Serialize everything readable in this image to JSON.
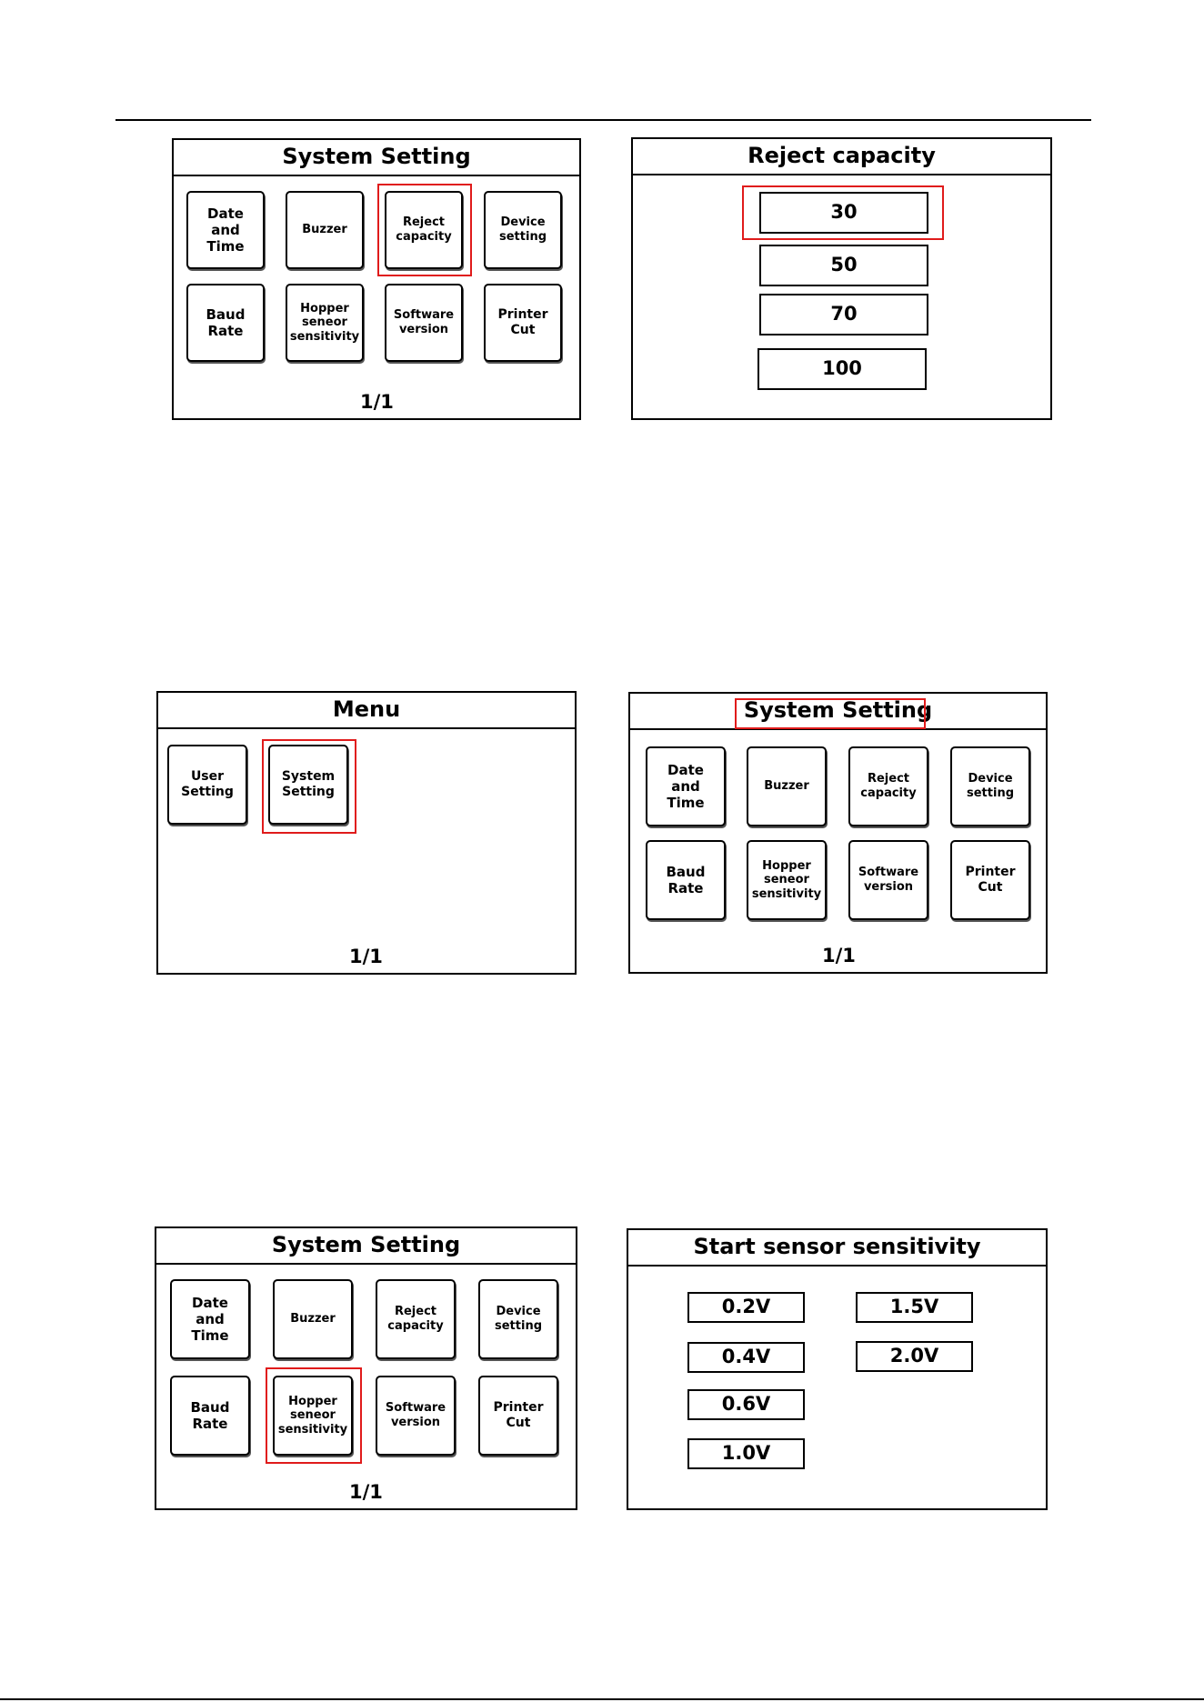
{
  "accent_color": "#e01b1b",
  "system_setting": {
    "title": "System Setting",
    "tiles": {
      "date_time": "Date\nand\nTime",
      "buzzer": "Buzzer",
      "reject_capacity": "Reject\ncapacity",
      "device_setting": "Device\nsetting",
      "baud_rate": "Baud\nRate",
      "hopper_sensitivity": "Hopper\nseneor\nsensitivity",
      "software_version": "Software\nversion",
      "printer_cut": "Printer\nCut"
    },
    "page": "1/1"
  },
  "reject_capacity": {
    "title": "Reject capacity",
    "options": [
      "30",
      "50",
      "70",
      "100"
    ]
  },
  "menu": {
    "title": "Menu",
    "user_setting": "User\nSetting",
    "system_setting": "System\nSetting",
    "page": "1/1"
  },
  "start_sensor": {
    "title": "Start sensor sensitivity",
    "left_options": [
      "0.2V",
      "0.4V",
      "0.6V",
      "1.0V"
    ],
    "right_options": [
      "1.5V",
      "2.0V"
    ]
  }
}
